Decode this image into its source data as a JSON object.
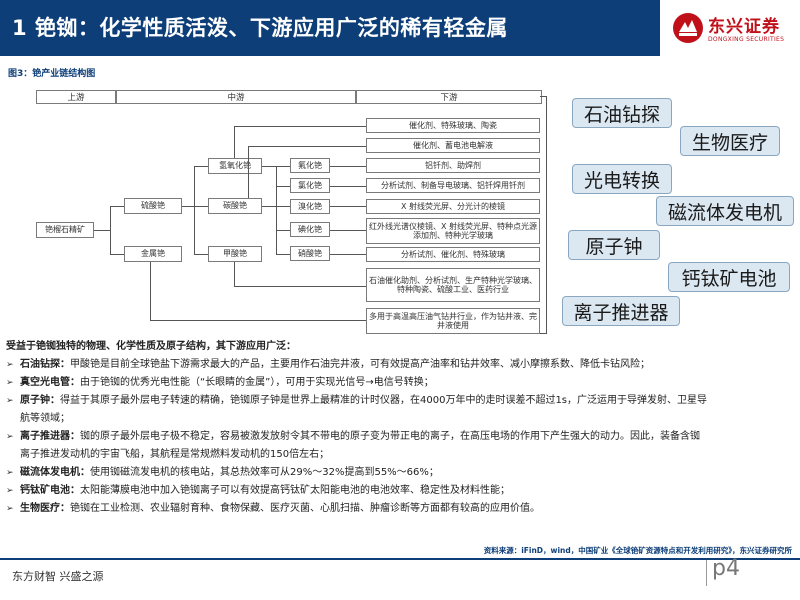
{
  "header": {
    "title": "1 铯铷：化学性质活泼、下游应用广泛的稀有轻金属",
    "logo_cn": "东兴证券",
    "logo_en": "DONGXING SECURITIES",
    "logo_icon": "dongxing-logo-icon",
    "brand_color": "#0d3e78",
    "logo_color": "#c0111b"
  },
  "figure": {
    "title": "图3：铯产业链结构图",
    "stages": {
      "upstream": "上游",
      "midstream": "中游",
      "downstream": "下游"
    },
    "ore": "铯榴石精矿",
    "mid1": [
      "硫酸铯",
      "金属铯"
    ],
    "mid2": [
      "氢氧化铯",
      "碳酸铯",
      "甲酸铯"
    ],
    "mid3": [
      "氟化铯",
      "氯化铯",
      "溴化铯",
      "碘化铯",
      "硝酸铯"
    ],
    "downstream": [
      "催化剂、特殊玻璃、陶瓷",
      "催化剂、蓄电池电解液",
      "铝钎剂、助焊剂",
      "分析试剂、制备导电玻璃、铝钎焊用钎剂",
      "X 射线荧光屏、分光计的棱镜",
      "红外线光谱仪棱镜、X 射线荧光屏、特种点光源添加剂、特种光学玻璃",
      "分析试剂、催化剂、特殊玻璃",
      "石油催化助剂、分析试剂、生产特种光学玻璃、特种陶瓷、硫酸工业、医药行业",
      "多用于高温高压油气钻井行业，作为钻井液、完井液使用"
    ]
  },
  "applications": [
    "石油钻探",
    "生物医疗",
    "光电转换",
    "磁流体发电机",
    "原子钟",
    "钙钛矿电池",
    "离子推进器"
  ],
  "bullets": {
    "lead": "受益于铯铷独特的物理、化学性质及原子结构，其下游应用广泛：",
    "items": [
      {
        "label": "石油钻探：",
        "text": "甲酸铯是目前全球铯盐下游需求最大的产品，主要用作石油完井液，可有效提高产油率和钻井效率、减小摩擦系数、降低卡钻风险；"
      },
      {
        "label": "真空光电管：",
        "text": "由于铯铷的优秀光电性能（“长眼睛的金属”），可用于实现光信号→电信号转换；"
      },
      {
        "label": "原子钟：",
        "text": "得益于其原子最外层电子转速的精确，铯铷原子钟是世界上最精准的计时仪器，在4000万年中的走时误差不超过1s，广泛运用于导弹发射、卫星导",
        "cont": "航等领域；"
      },
      {
        "label": "离子推进器：",
        "text": "铷的原子最外层电子极不稳定，容易被激发放射令其不带电的原子变为带正电的离子，在高压电场的作用下产生强大的动力。因此，装备含铷",
        "cont": "离子推进发动机的宇宙飞船，其航程是常规燃料发动机的150倍左右；"
      },
      {
        "label": "磁流体发电机：",
        "text": "使用铷磁流发电机的核电站，其总热效率可从29%～32%提高到55%～66%；"
      },
      {
        "label": "钙钛矿电池：",
        "text": "太阳能薄膜电池中加入铯铷离子可以有效提高钙钛矿太阳能电池的电池效率、稳定性及材料性能；"
      },
      {
        "label": "生物医疗：",
        "text": "铯铷在工业检测、农业辐射育种、食物保藏、医疗灭菌、心肌扫描、肿瘤诊断等方面都有较高的应用价值。"
      }
    ]
  },
  "source": "资料来源：iFinD，wind，中国矿业《全球铯矿资源特点和开发利用研究》，东兴证券研究所",
  "footer": {
    "slogan": "东方财智  兴盛之源",
    "page": "p4"
  }
}
